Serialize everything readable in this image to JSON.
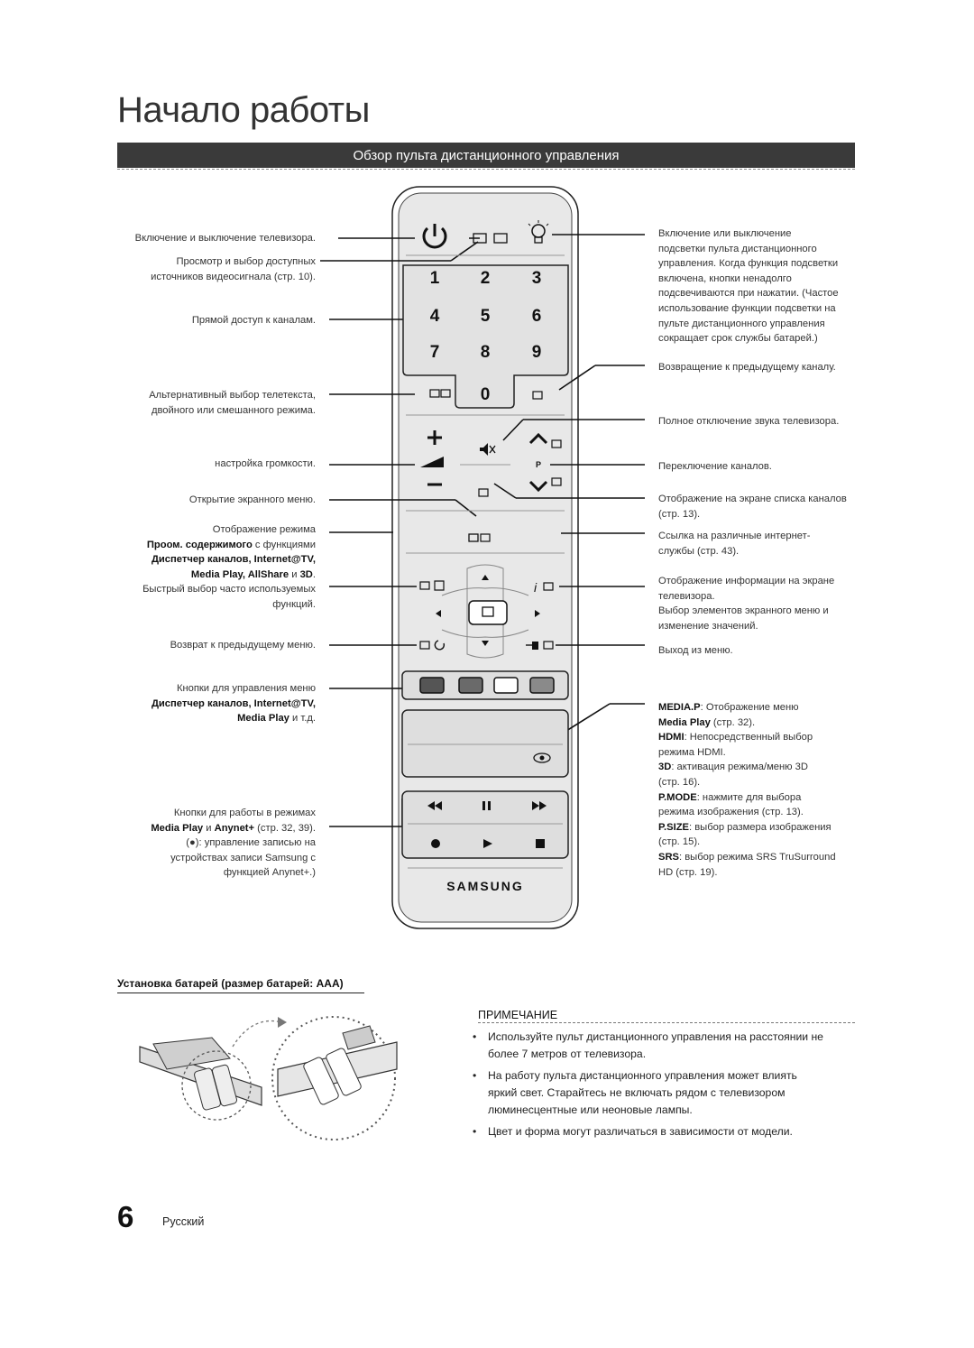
{
  "page_title": "Начало работы",
  "section_title": "Обзор пульта дистанционного управления",
  "left_labels": {
    "power": "Включение и выключение телевизора.",
    "source_1": "Просмотр и выбор доступных",
    "source_2": "источников видеосигнала (стр. 10).",
    "channel_direct": "Прямой доступ к каналам.",
    "ttx_1": "Альтернативный выбор телетекста,",
    "ttx_2": "двойного или смешанного режима.",
    "volume": "настройка громкости.",
    "menu": "Открытие экранного меню.",
    "mode_1": "Отображение режима",
    "mode_2a": "Проом. содержимого",
    "mode_2b": " с функциями",
    "mode_3": "Диспетчер каналов, Internet@TV,",
    "mode_4a": "Media Play, AllShare",
    "mode_4b": " и ",
    "mode_4c": "3D",
    "mode_4d": ".",
    "tools_1": "Быстрый выбор часто используемых",
    "tools_2": "функций.",
    "return": "Возврат к предыдущему меню.",
    "color_1": "Кнопки для управления меню",
    "color_2": "Диспетчер каналов, Internet@TV,",
    "color_3a": "Media Play",
    "color_3b": " и т.д.",
    "play_1": "Кнопки для работы в режимах",
    "play_2a": "Media Play",
    "play_2b": " и ",
    "play_2c": "Anynet+",
    "play_2d": " (стр. 32, 39).",
    "play_3": "(●): управление записью на",
    "play_4": "устройствах записи Samsung с",
    "play_5": "функцией Anynet+.)"
  },
  "right_labels": {
    "light_1": "Включение или выключение",
    "light_2": "подсветки пульта дистанционного",
    "light_3": "управления. Когда функция подсветки",
    "light_4": "включена, кнопки ненадолго",
    "light_5": "подсвечиваются при нажатии. (Частое",
    "light_6": "использование функции подсветки на",
    "light_7": "пульте дистанционного управления",
    "light_8": "сокращает срок службы батарей.)",
    "prech": "Возвращение к предыдущему каналу.",
    "mute": "Полное отключение звука телевизора.",
    "channel": "Переключение каналов.",
    "chlist_1": "Отображение на экране списка каналов",
    "chlist_2": "(стр. 13).",
    "internet_1": "Ссылка на различные интернет-",
    "internet_2": "службы (стр. 43).",
    "info_1": "Отображение информации на экране",
    "info_2": "телевизора.",
    "nav_1": "Выбор элементов экранного меню и",
    "nav_2": "изменение значений.",
    "exit": "Выход из меню.",
    "media_1a": "MEDIA.P",
    "media_1b": ": Отображение меню",
    "media_2a": "Media Play",
    "media_2b": " (стр. 32).",
    "hdmi_1a": "HDMI",
    "hdmi_1b": ": Непосредственный выбор",
    "hdmi_2": "режима HDMI.",
    "d3_1a": "3D",
    "d3_1b": ": активация режима/меню 3D",
    "d3_2": "(стр. 16).",
    "pmode_1a": "P.MODE",
    "pmode_1b": ": нажмите для выбора",
    "pmode_2": "режима изображения (стр. 13).",
    "psize_1a": "P.SIZE",
    "psize_1b": ": выбор размера изображения",
    "psize_2": "(стр. 15).",
    "srs_1a": "SRS",
    "srs_1b": ": выбор режима SRS TruSurround",
    "srs_2": "HD (стр. 19)."
  },
  "remote": {
    "digits": [
      "1",
      "2",
      "3",
      "4",
      "5",
      "6",
      "7",
      "8",
      "9",
      "0"
    ],
    "ch_label": "P",
    "brand": "SAMSUNG",
    "color_buttons": [
      "#555555",
      "#6a6a6a",
      "#ffffff",
      "#8a8a8a"
    ]
  },
  "battery_title": "Установка батарей (размер батарей: AAA)",
  "note_heading": "ПРИМЕЧАНИЕ",
  "notes": [
    {
      "l1": "Используйте пульт дистанционного управления на расстоянии не",
      "l2": "более 7 метров от телевизора.",
      "l3": ""
    },
    {
      "l1": "На работу пульта дистанционного управления может влиять",
      "l2": "яркий свет. Старайтесь не включать рядом с телевизором",
      "l3": "люминесцентные или неоновые лампы."
    },
    {
      "l1": "Цвет и форма могут различаться в зависимости от модели.",
      "l2": "",
      "l3": ""
    }
  ],
  "bullet": "•",
  "page_number": "6",
  "page_language": "Русский"
}
